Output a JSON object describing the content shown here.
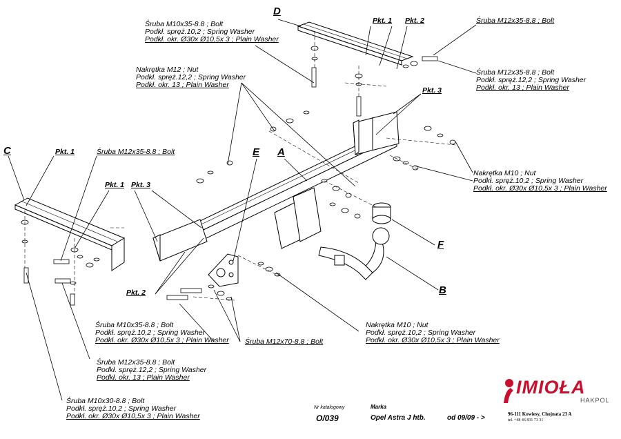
{
  "part_labels": {
    "A": "A",
    "B": "B",
    "C": "C",
    "D": "D",
    "E": "E",
    "F": "F"
  },
  "points": {
    "pkt1_top": "Pkt. 1",
    "pkt2_top": "Pkt. 2",
    "pkt3_right": "Pkt. 3",
    "pkt1_left": "Pkt. 1",
    "pkt1_mid": "Pkt. 1",
    "pkt3_left": "Pkt. 3",
    "pkt2_bottom": "Pkt. 2"
  },
  "callouts": {
    "top_left_bolt": {
      "line1": "Śruba M10x35-8.8 ;  Bolt",
      "line2": "Podkł. spręż.10,2 ; Spring Washer",
      "line3": "Podkł. okr.  Ø30x Ø10,5x 3 ; Plain Washer"
    },
    "top_right_bolt": {
      "line1": "Śruba M12x35-8.8 ;  Bolt"
    },
    "nut_m12": {
      "line1": "Nakrętka  M12 ; Nut",
      "line2": "Podkł. spręż.12,2 ; Spring Washer",
      "line3": "Podkł. okr. 13 ; Plain Washer"
    },
    "right_bolt_m12": {
      "line1": "Śruba M12x35-8.8 ;  Bolt",
      "line2": "Podkł. spręż.12,2 ; Spring Washer",
      "line3": "Podkł. okr. 13 ; Plain Washer"
    },
    "left_bolt_m12": {
      "line1": "Śruba M12x35-8.8 ;  Bolt"
    },
    "nut_m10_right": {
      "line1": "Nakrętka  M10 ; Nut",
      "line2": "Podkł. spręż.10,2 ; Spring Washer",
      "line3": "Podkł. okr.  Ø30x Ø10,5x 3 ; Plain Washer"
    },
    "bottom_bolt_m10": {
      "line1": "Śruba M10x35-8.8 ;  Bolt",
      "line2": "Podkł. spręż.10,2 ; Spring Washer",
      "line3": "Podkł. okr.  Ø30x Ø10,5x 3 ; Plain Washer"
    },
    "bolt_m12x70": {
      "line1": "Śruba M12x70-8.8 ;  Bolt"
    },
    "nut_m10_bottom": {
      "line1": "Nakrętka  M10 ; Nut",
      "line2": "Podkł. spręż.10,2 ; Spring Washer",
      "line3": "Podkł. okr.  Ø30x Ø10,5x 3 ; Plain Washer"
    },
    "bolt_m12_lower": {
      "line1": "Śruba M12x35-8.8 ;  Bolt",
      "line2": "Podkł. spręż.12,2 ; Spring Washer",
      "line3": "Podkł. okr. 13 ; Plain Washer"
    },
    "bolt_m10x30": {
      "line1": "Śruba M10x30-8.8 ;  Bolt",
      "line2": "Podkł. spręż.10,2 ; Spring Washer",
      "line3": "Podkł. okr.  Ø30x Ø10,5x 3 ; Plain Washer"
    }
  },
  "footer": {
    "catalog_caption": "Nr katalogowy",
    "catalog_number": "O/039",
    "brand_caption": "Marka",
    "model": "Opel Astra J htb.",
    "date_range": "od 09/09 - >",
    "company_logo": "IMIOŁA",
    "company_sub": "HAKPOL",
    "address": "96-111 Kowiesy, Chojnata 23 A",
    "phone": "tel. +48 46 831 73 31"
  },
  "colors": {
    "ink": "#000000",
    "brand_red": "#c8102e",
    "background": "#ffffff"
  }
}
